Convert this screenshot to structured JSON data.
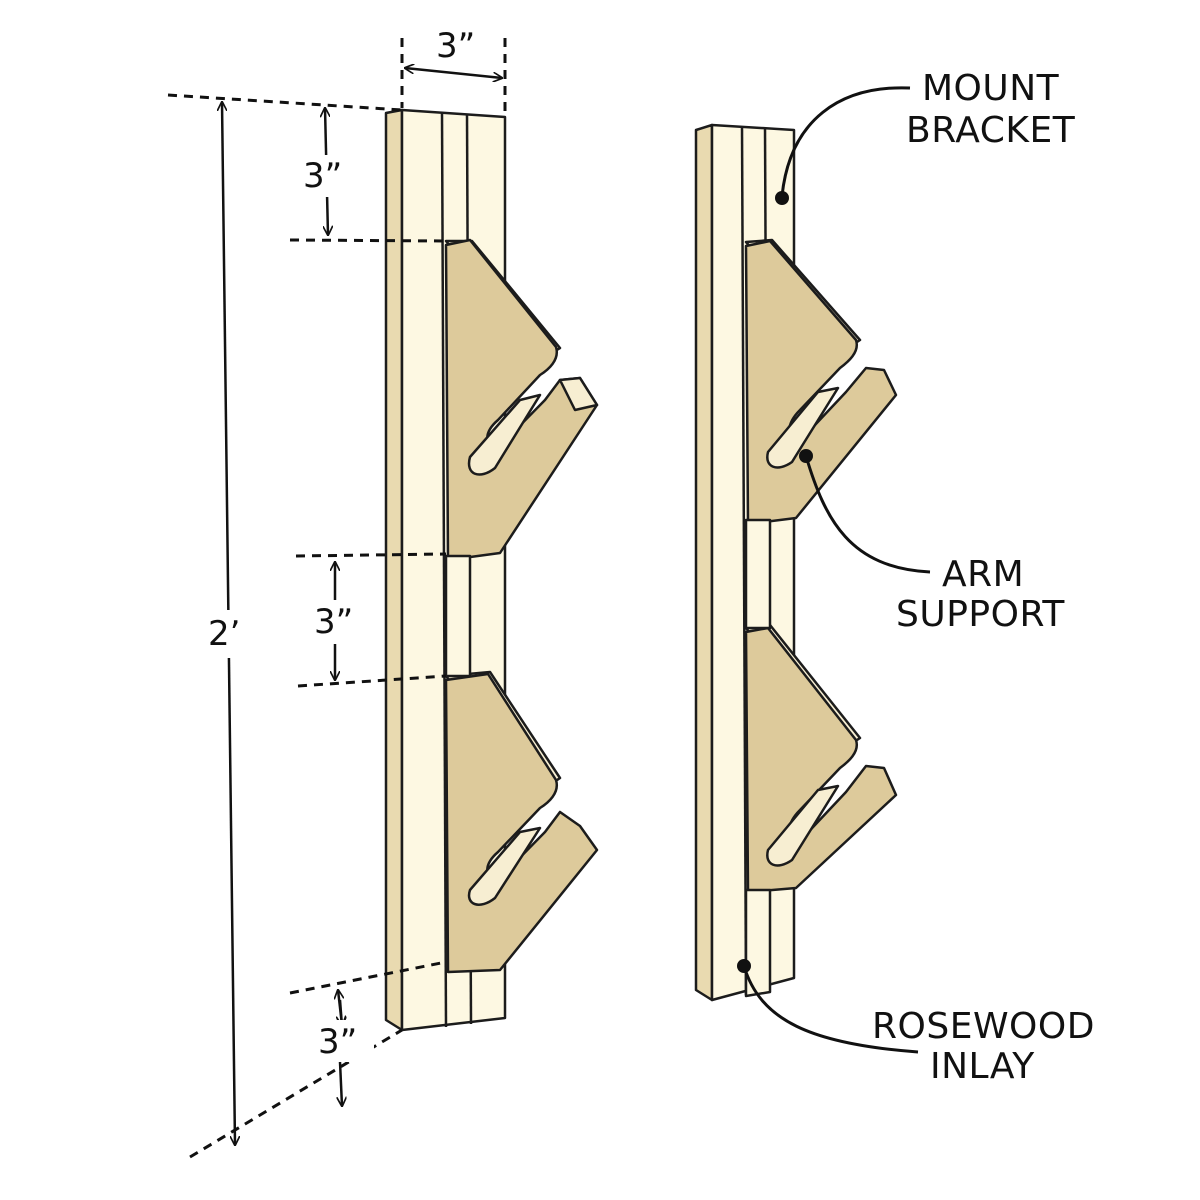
{
  "dimensions": {
    "width": "3”",
    "top_offset": "3”",
    "arm_gap": "3”",
    "bottom_offset": "3”",
    "total_height": "2’"
  },
  "callouts": {
    "mount_bracket": [
      "MOUNT",
      "BRACKET"
    ],
    "arm_support": [
      "ARM",
      "SUPPORT"
    ],
    "rosewood_inlay": [
      "ROSEWOOD",
      "INLAY"
    ]
  }
}
